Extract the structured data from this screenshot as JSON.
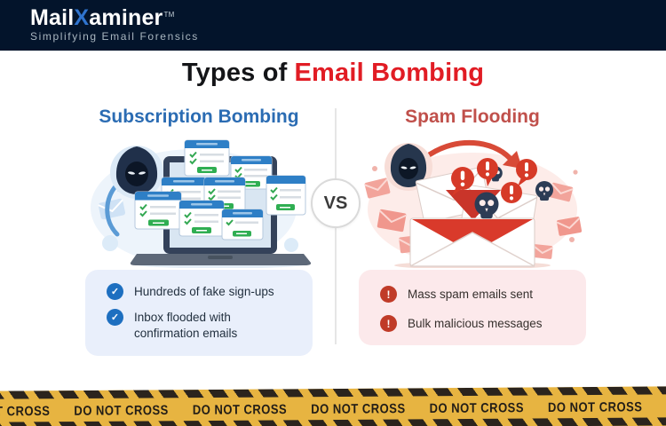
{
  "header": {
    "logo_mail": "Mail",
    "logo_x": "X",
    "logo_rest": "aminer",
    "trademark": "TM",
    "tagline": "Simplifying Email Forensics"
  },
  "title": {
    "prefix": "Types of",
    "highlight": "Email Bombing"
  },
  "vs_label": "VS",
  "icons": {
    "check": "✓",
    "alert": "!"
  },
  "left_panel": {
    "heading": "Subscription Bombing",
    "points": [
      "Hundreds of fake sign-ups",
      "Inbox flooded with confirmation emails"
    ]
  },
  "right_panel": {
    "heading": "Spam Flooding",
    "points": [
      "Mass spam emails sent",
      "Bulk malicious messages"
    ]
  },
  "caution_tape": {
    "label": "DO NOT CROSS"
  },
  "colors": {
    "header_bg": "#03142b",
    "title_red": "#e11c24",
    "left_heading_blue": "#2b6cb3",
    "right_heading_red": "#c0504b",
    "check_blue": "#1d6fc0",
    "alert_red": "#c03b28",
    "tape_yellow": "#e7b441"
  }
}
